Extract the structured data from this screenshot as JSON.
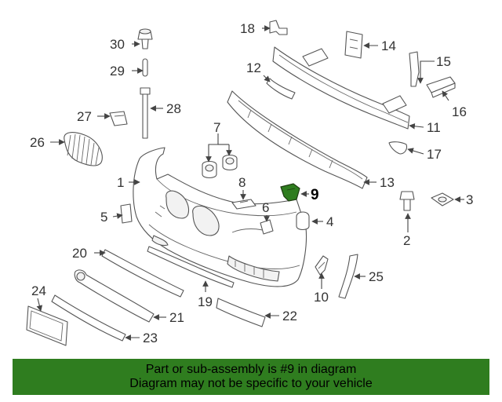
{
  "callouts": [
    {
      "id": "1",
      "label": "1"
    },
    {
      "id": "2",
      "label": "2"
    },
    {
      "id": "3",
      "label": "3"
    },
    {
      "id": "4",
      "label": "4"
    },
    {
      "id": "5",
      "label": "5"
    },
    {
      "id": "6",
      "label": "6"
    },
    {
      "id": "7",
      "label": "7"
    },
    {
      "id": "8",
      "label": "8"
    },
    {
      "id": "9",
      "label": "9"
    },
    {
      "id": "10",
      "label": "10"
    },
    {
      "id": "11",
      "label": "11"
    },
    {
      "id": "12",
      "label": "12"
    },
    {
      "id": "13",
      "label": "13"
    },
    {
      "id": "14",
      "label": "14"
    },
    {
      "id": "15",
      "label": "15"
    },
    {
      "id": "16",
      "label": "16"
    },
    {
      "id": "17",
      "label": "17"
    },
    {
      "id": "18",
      "label": "18"
    },
    {
      "id": "19",
      "label": "19"
    },
    {
      "id": "20",
      "label": "20"
    },
    {
      "id": "21",
      "label": "21"
    },
    {
      "id": "22",
      "label": "22"
    },
    {
      "id": "23",
      "label": "23"
    },
    {
      "id": "24",
      "label": "24"
    },
    {
      "id": "25",
      "label": "25"
    },
    {
      "id": "26",
      "label": "26"
    },
    {
      "id": "27",
      "label": "27"
    },
    {
      "id": "28",
      "label": "28"
    },
    {
      "id": "29",
      "label": "29"
    },
    {
      "id": "30",
      "label": "30"
    }
  ],
  "highlighted_part": "9",
  "colors": {
    "banner": "#2f7d1f",
    "highlight_part": "#2f7d1f",
    "line": "#555555"
  },
  "banner": {
    "line1": "Part or sub-assembly is #9 in diagram",
    "line2": "Diagram may not be specific to your vehicle"
  }
}
